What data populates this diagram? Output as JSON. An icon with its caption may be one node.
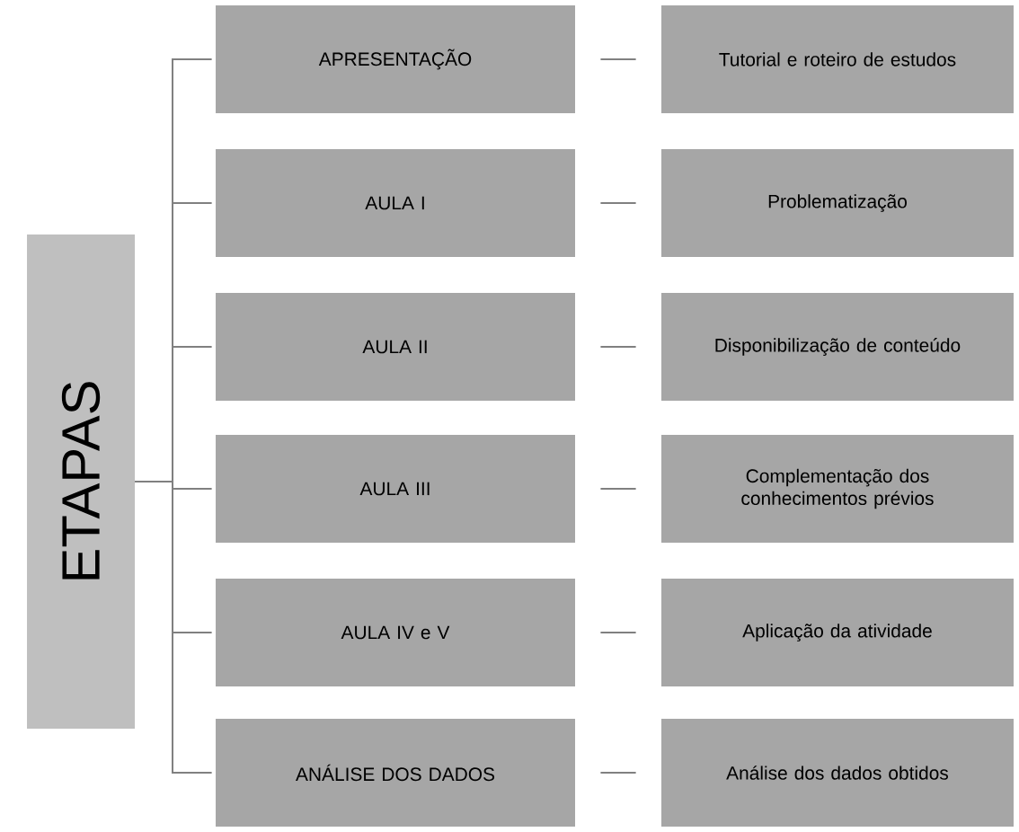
{
  "diagram": {
    "nodes": [
      {
        "text": [
          "ETAPAS"
        ]
      },
      {
        "text": [
          "APRESENTAÇÃO"
        ]
      },
      {
        "text": [
          "Tutorial e roteiro de estudos"
        ]
      },
      {
        "text": [
          "AULA I"
        ]
      },
      {
        "text": [
          "Problematização"
        ]
      },
      {
        "text": [
          "AULA II"
        ]
      },
      {
        "text": [
          "Disponibilização de conteúdo"
        ]
      },
      {
        "text": [
          "AULA III"
        ]
      },
      {
        "text": [
          "Complementação dos conhecimentos prévios"
        ]
      },
      {
        "text": [
          "AULA IV e V"
        ]
      },
      {
        "text": [
          "Aplicação da atividade"
        ]
      },
      {
        "text": [
          "ANÁLISE DOS DADOS"
        ]
      },
      {
        "text": [
          "Análise dos dados obtidos"
        ]
      }
    ],
    "edges": [
      {
        "from": 0,
        "to": 1,
        "arrow": "none"
      },
      {
        "from": 0,
        "to": 3,
        "arrow": "none"
      },
      {
        "from": 0,
        "to": 5,
        "arrow": "none"
      },
      {
        "from": 0,
        "to": 7,
        "arrow": "none"
      },
      {
        "from": 0,
        "to": 9,
        "arrow": "none"
      },
      {
        "from": 0,
        "to": 11,
        "arrow": "none"
      },
      {
        "from": 1,
        "to": 2,
        "arrow": "none"
      },
      {
        "from": 3,
        "to": 4,
        "arrow": "none"
      },
      {
        "from": 5,
        "to": 6,
        "arrow": "none"
      },
      {
        "from": 7,
        "to": 8,
        "arrow": "none"
      },
      {
        "from": 9,
        "to": 10,
        "arrow": "none"
      },
      {
        "from": 11,
        "to": 12,
        "arrow": "none"
      }
    ]
  }
}
